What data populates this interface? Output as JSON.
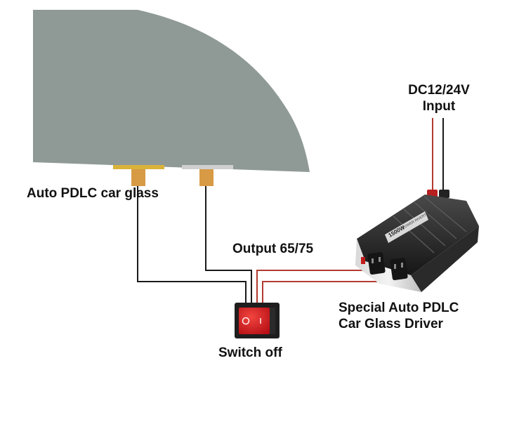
{
  "labels": {
    "glass": "Auto PDLC  car glass",
    "output": "Output 65/75",
    "input_line1": "DC12/24V",
    "input_line2": "Input",
    "driver_line1": "Special Auto PDLC",
    "driver_line2": "Car Glass Driver",
    "switch": "Switch off"
  },
  "device_print": {
    "model": "1500W",
    "type": "POWER INVERTER"
  },
  "colors": {
    "glass": "#8f9a97",
    "connector_left": "#d9b23a",
    "connector_right": "#cfd0cf",
    "terminal": "#d79a45",
    "wire_black": "#1a1a1a",
    "wire_red": "#b23a30",
    "switch_body": "#1e1e1e",
    "switch_rocker": "#d9141e"
  },
  "icons": {
    "switch": "rocker-switch-icon",
    "driver": "power-inverter-icon"
  }
}
